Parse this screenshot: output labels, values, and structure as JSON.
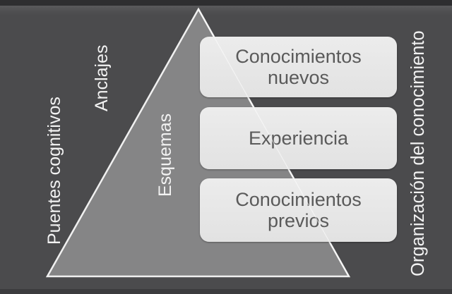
{
  "diagram": {
    "title_visible": false,
    "colors": {
      "background": "#4b4b4d",
      "triangle_fill": "#858586",
      "triangle_stroke": "#f0f0f0",
      "box_fill": "#e8e8e8",
      "box_text": "#5a5a5a",
      "label_text": "#f2f2f2"
    },
    "pyramid": {
      "layers": [
        {
          "line1": "Conocimientos",
          "line2": "nuevos"
        },
        {
          "line1": "Experiencia",
          "line2": ""
        },
        {
          "line1": "Conocimientos",
          "line2": "previos"
        }
      ]
    },
    "vertical_labels": {
      "puentes": "Puentes cognitivos",
      "anclajes": "Anclajes",
      "esquemas": "Esquemas",
      "organizacion": "Organización del conocimiento"
    }
  }
}
